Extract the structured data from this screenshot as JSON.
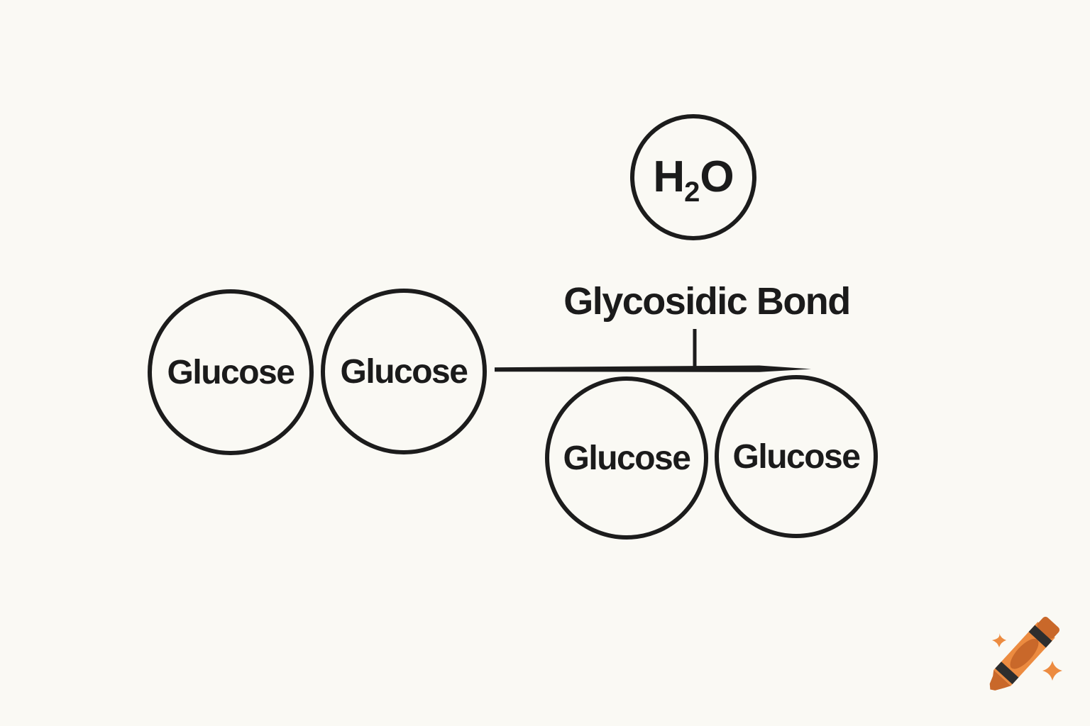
{
  "diagram": {
    "bond_label": "Glycosidic Bond",
    "water": {
      "h": "H",
      "subscript": "2",
      "o": "O"
    },
    "reactants": [
      {
        "label": "Glucose"
      },
      {
        "label": "Glucose"
      }
    ],
    "products": [
      {
        "label": "Glucose"
      },
      {
        "label": "Glucose"
      }
    ]
  },
  "colors": {
    "background": "#faf9f4",
    "ink": "#1c1c1c",
    "crayon_body_orange": "#ec8b40",
    "crayon_dark_orange": "#c9682a",
    "crayon_stripe_black": "#2e2e2e",
    "sparkle_orange": "#ec8b40"
  },
  "watermark": {
    "icon": "crayon-icon"
  }
}
